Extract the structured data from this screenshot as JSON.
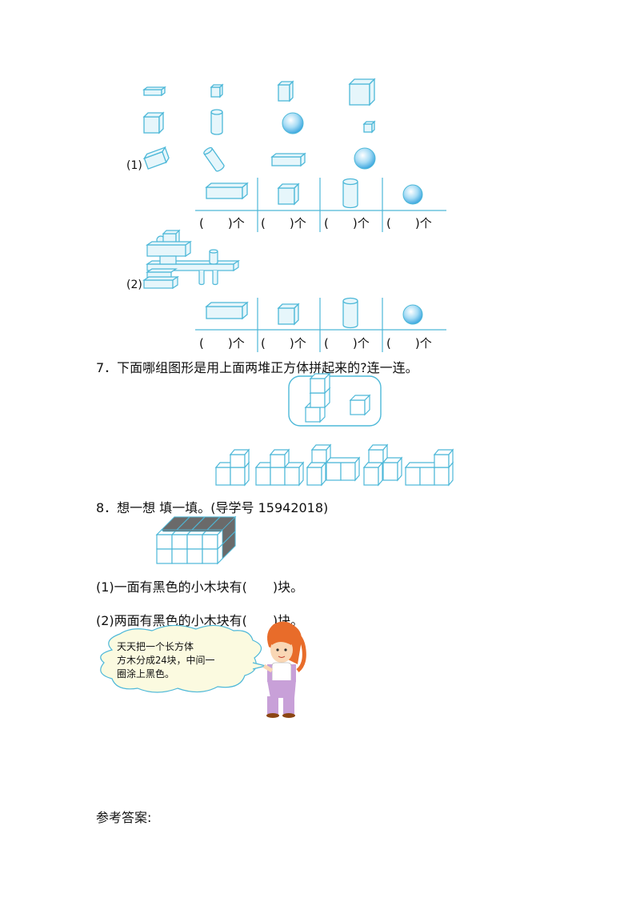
{
  "problem6": {
    "part1_label": "(1)",
    "part2_label": "(2)",
    "count_labels": [
      "(　　)个",
      "(　　)个",
      "(　　)个",
      "(　　)个"
    ],
    "shape_icons": [
      "cuboid-icon",
      "cube-icon",
      "cylinder-icon",
      "sphere-icon"
    ]
  },
  "problem7": {
    "text": "7．下面哪组图形是用上面两堆正方体拼起来的?连一连。"
  },
  "problem8": {
    "text": "8．想一想 填一填。(导学号 15942018)",
    "q1": "(1)一面有黑色的小木块有(　　)块。",
    "q2": "(2)两面有黑色的小木块有(　　)块。",
    "speech": "天天把一个长方体\n方木分成24块，中间一\n圈涂上黑色。"
  },
  "answers": {
    "title": "参考答案:"
  },
  "colors": {
    "line": "#4db8d8",
    "fill": "#e6f6fb",
    "sphere": "#6ec6f0",
    "dark_band": "#666666",
    "bubble": "#fbfae0"
  }
}
